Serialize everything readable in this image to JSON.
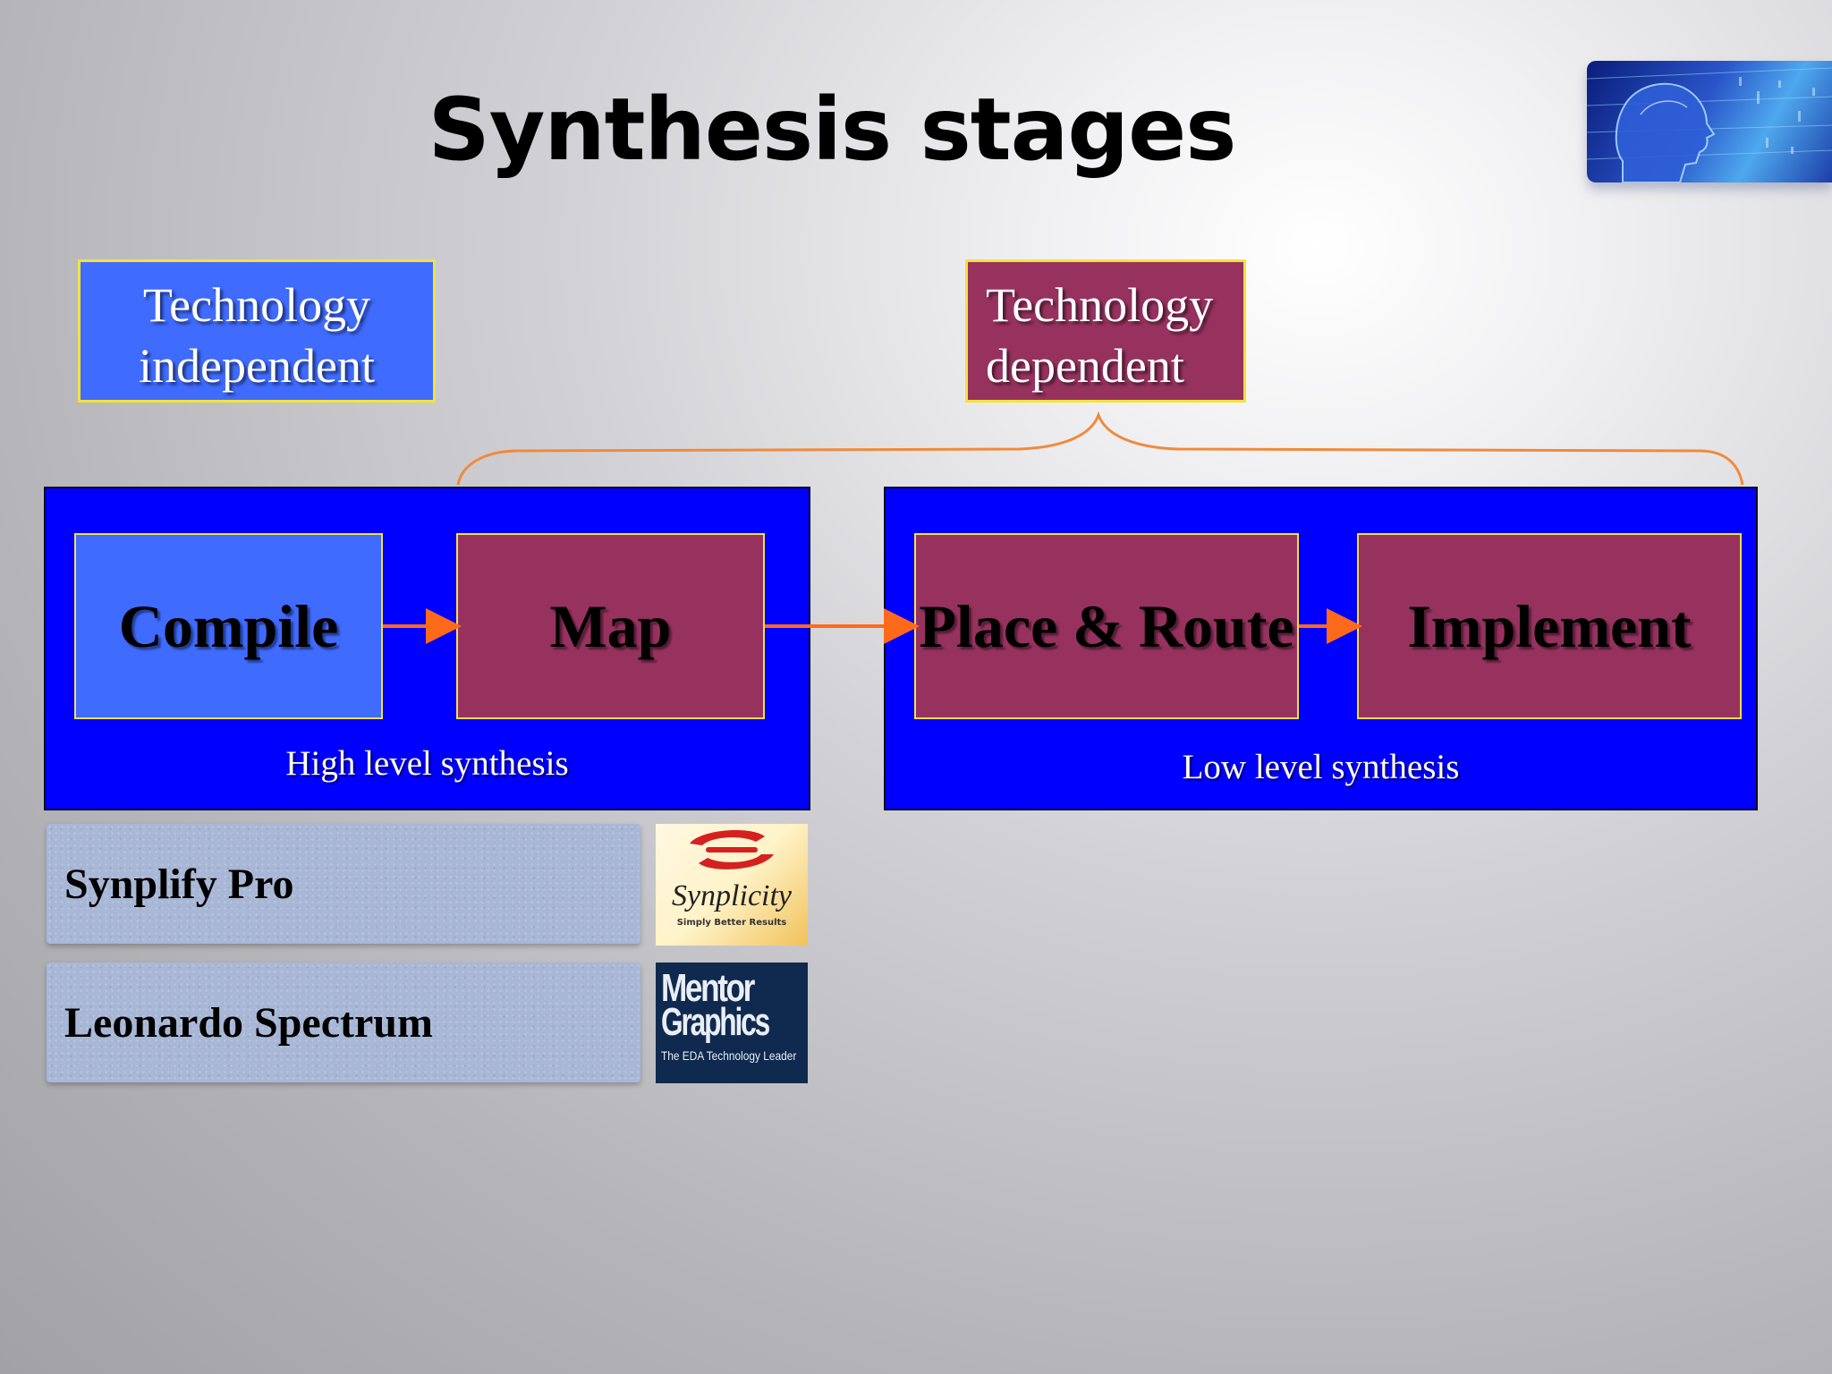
{
  "slide": {
    "title": "Synthesis stages",
    "tags": {
      "independent": {
        "line1": "Technology",
        "line2": "independent"
      },
      "dependent": {
        "line1": "Technology",
        "line2": "dependent"
      }
    },
    "stages": {
      "compile": "Compile",
      "map": "Map",
      "place_route": "Place & Route",
      "implement": "Implement"
    },
    "panels": {
      "high": "High level synthesis",
      "low": "Low level synthesis"
    },
    "tools": {
      "synplify": "Synplify Pro",
      "leonardo": "Leonardo Spectrum"
    },
    "logos": {
      "synplicity": {
        "name": "Synplicity",
        "tagline": "Simply Better Results"
      },
      "mentor": {
        "line1": "Mentor",
        "line2": "Graphics",
        "tagline": "The EDA Technology Leader"
      }
    }
  },
  "colors": {
    "panel_blue": "#0000ff",
    "stage_blue": "#3f6bff",
    "stage_plum": "#97325f",
    "stage_border": "#f2e04a",
    "arrow": "#ff6a1a",
    "brace": "#f08a3c"
  }
}
